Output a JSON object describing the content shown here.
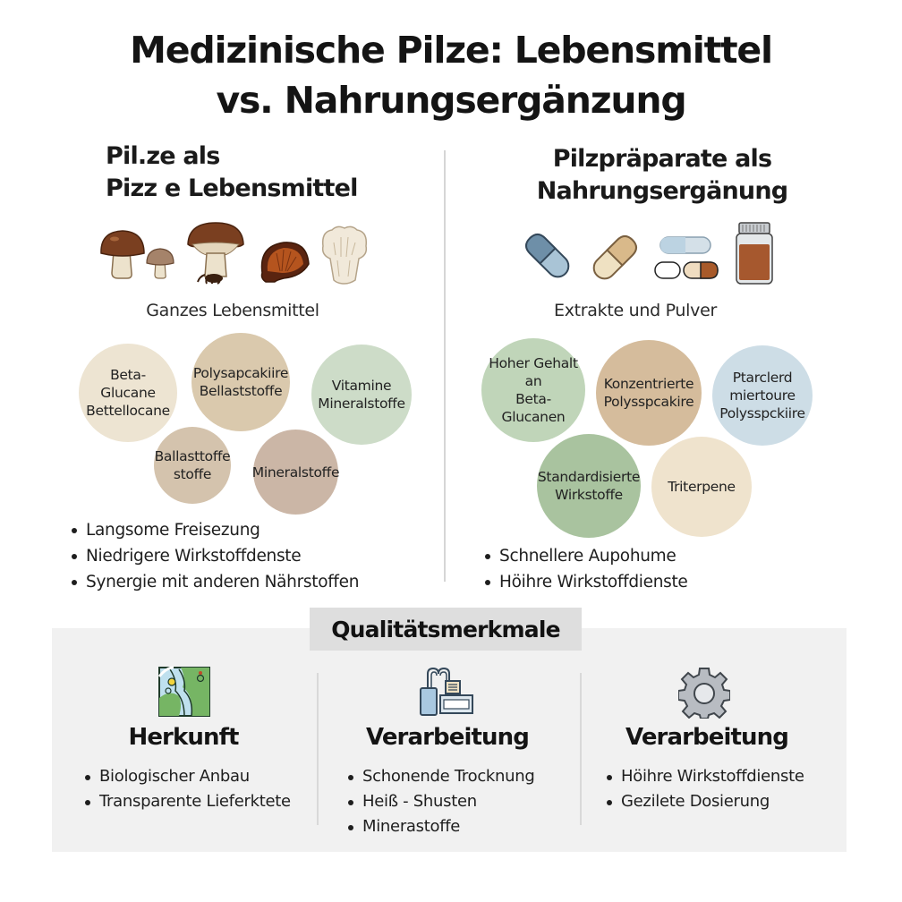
{
  "title": {
    "line1": "Medizinische Pilze: Lebensmittel",
    "line2": "vs. Nahrungsergänzung"
  },
  "left": {
    "heading_line1": "Pil.ze als",
    "heading_line2": "Pizz e Lebensmittel",
    "icons": [
      "brown-mushroom-icon",
      "small-mushroom-icon",
      "shiitake-mushroom-icon",
      "reishi-mushroom-icon",
      "lions-mane-mushroom-icon"
    ],
    "sub_label": "Ganzes Lebensmittel",
    "circles": [
      {
        "line1": "Beta-Glucane",
        "line2": "Bettellocane",
        "color": "#ede4d2"
      },
      {
        "line1": "Polysapcakiire",
        "line2": "Bellaststoffe",
        "color": "#dac9ad"
      },
      {
        "line1": "Vitamine",
        "line2": "Mineralstoffe",
        "color": "#cddcc8"
      },
      {
        "line1": "Ballasttoffe",
        "line2": "stoffe",
        "color": "#d4c3ad"
      },
      {
        "line1": "Mineralstoffe",
        "line2": "",
        "color": "#cbb6a6"
      }
    ],
    "bullets": [
      "Langsome Freisezung",
      "Niedrigere Wirkstoffdenste",
      "Synergie mit anderen Nährstoffen"
    ]
  },
  "right": {
    "heading_line1": "Pilzpräparate als",
    "heading_line2": "Nahrungsergänung",
    "icons": [
      "blue-capsule-icon",
      "beige-capsule-icon",
      "capsules-group-icon",
      "powder-jar-icon"
    ],
    "sub_label": "Extrakte und Pulver",
    "circles": [
      {
        "lines": [
          "Hoher Gehalt",
          "an",
          "Beta-",
          "Glucanen"
        ],
        "color": "#c0d5b9"
      },
      {
        "lines": [
          "Konzentrierte",
          "Polysspcakire"
        ],
        "color": "#d5bc9c"
      },
      {
        "lines": [
          "Ptarclerd",
          "miertoure",
          "Polysspckiire"
        ],
        "color": "#cddde6"
      },
      {
        "lines": [
          "Standardisierte",
          "Wirkstoffe"
        ],
        "color": "#a9c39f"
      },
      {
        "lines": [
          "Triterpene"
        ],
        "color": "#efe3cd"
      }
    ],
    "bullets": [
      "Schnellere Aupohume",
      "Höihre Wirkstoffdienste"
    ]
  },
  "quality": {
    "label": "Qualitätsmerkmale",
    "columns": [
      {
        "icon": "map-icon",
        "title": "Herkunft",
        "bullets": [
          "Biologischer Anbau",
          "Transparente Lieferktete"
        ]
      },
      {
        "icon": "processing-machine-icon",
        "title": "Verarbeitung",
        "bullets": [
          "Schonende Trocknung",
          "Heiß - Shusten",
          "Minerastoffe"
        ]
      },
      {
        "icon": "gear-icon",
        "title": "Verarbeitung",
        "bullets": [
          "Höihre Wirkstoffdienste",
          "Gezilete Dosierung"
        ]
      }
    ]
  },
  "colors": {
    "mushroom_brown": "#7a3f20",
    "mushroom_stem": "#ece2cc",
    "panel_bg": "#f1f1f1",
    "label_bg": "#dedede",
    "divider": "#d6d6d6"
  }
}
